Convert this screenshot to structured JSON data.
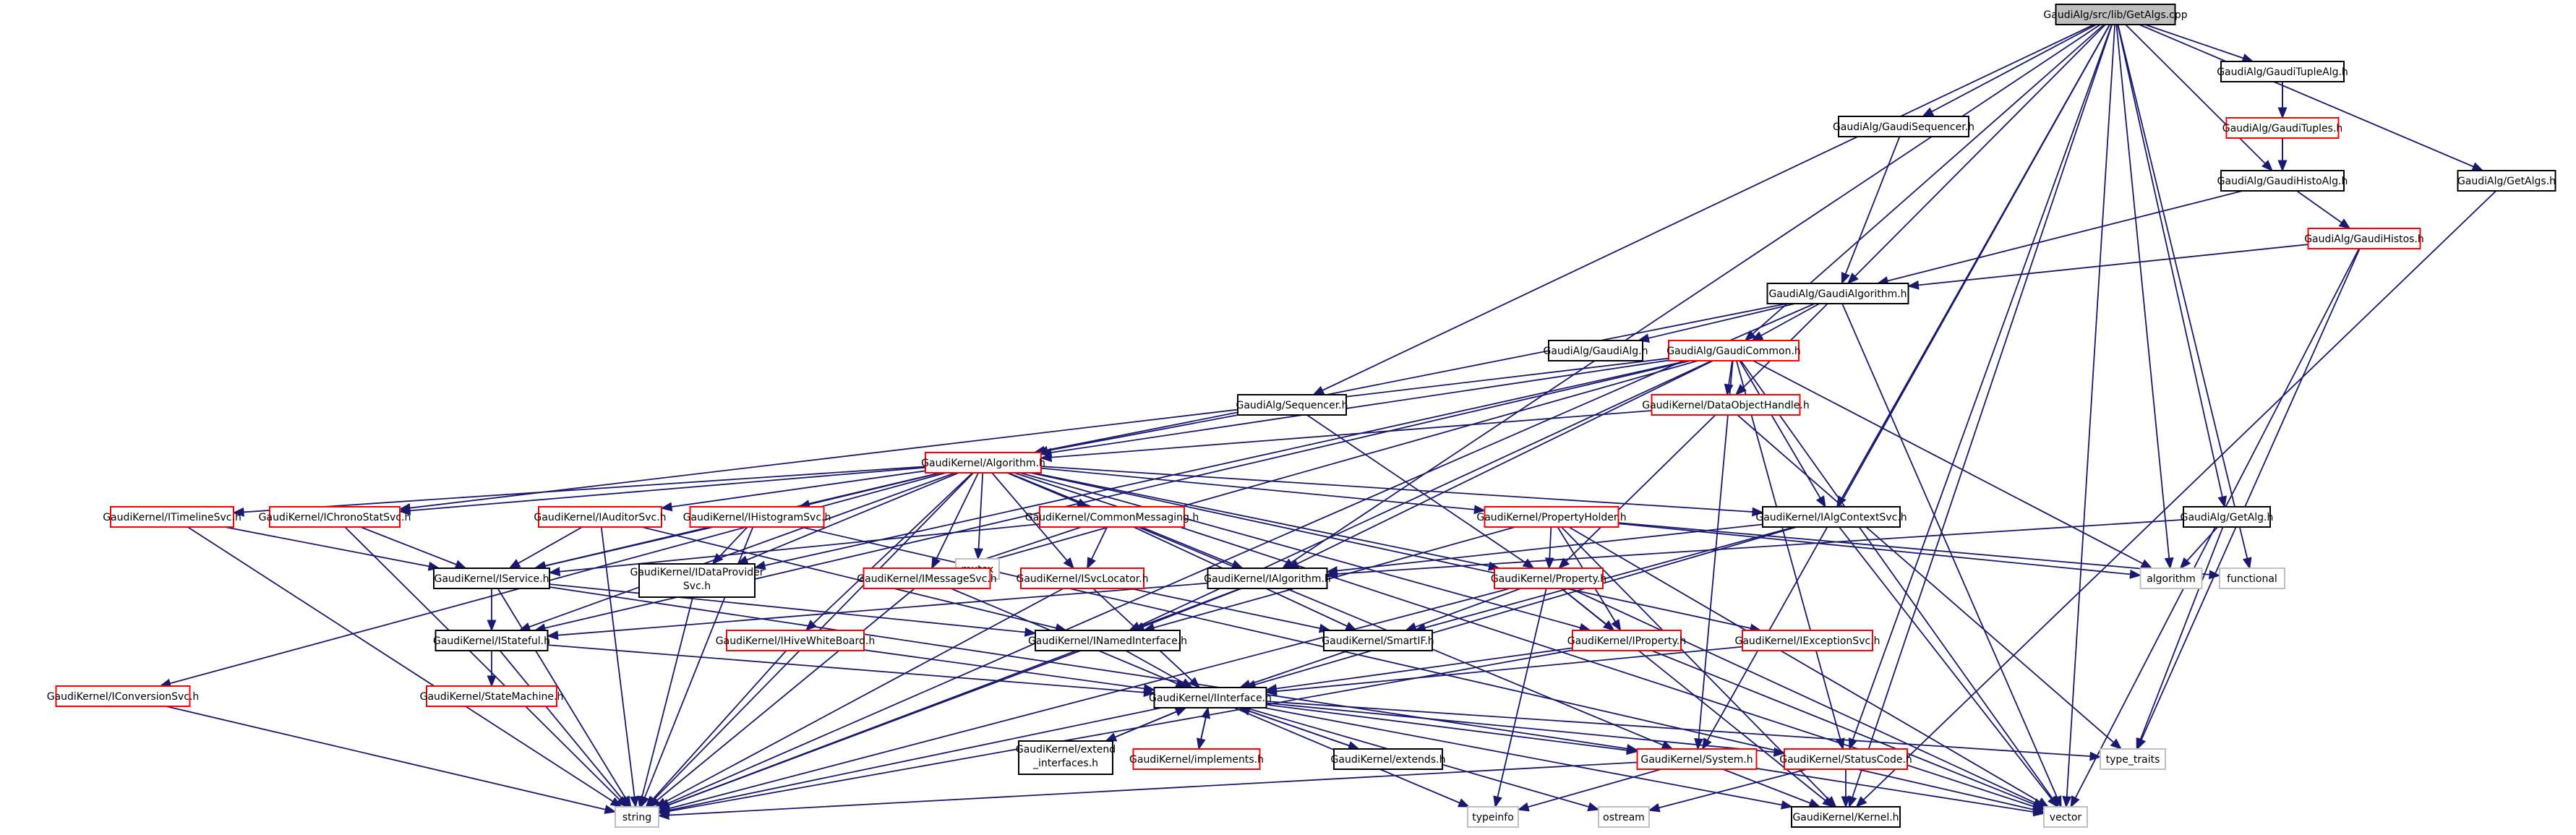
{
  "diagram": {
    "type": "include-dependency-graph",
    "colors": {
      "edge": "#191970",
      "node_border_default": "#000000",
      "node_border_missing": "#ff0000",
      "root_fill": "#bfbfbf",
      "text": "#000000"
    },
    "nodes": [
      {
        "id": "root",
        "label": "GaudiAlg/src/lib/GetAlgs.cpp",
        "style": "root"
      },
      {
        "id": "gta",
        "label": "GaudiAlg/GaudiTupleAlg.h",
        "style": "black"
      },
      {
        "id": "gseq",
        "label": "GaudiAlg/GaudiSequencer.h",
        "style": "black"
      },
      {
        "id": "gtup",
        "label": "GaudiAlg/GaudiTuples.h",
        "style": "red"
      },
      {
        "id": "gha",
        "label": "GaudiAlg/GaudiHistoAlg.h",
        "style": "black"
      },
      {
        "id": "getalgs",
        "label": "GaudiAlg/GetAlgs.h",
        "style": "black"
      },
      {
        "id": "ghistos",
        "label": "GaudiAlg/GaudiHistos.h",
        "style": "red"
      },
      {
        "id": "galgo",
        "label": "GaudiAlg/GaudiAlgorithm.h",
        "style": "black"
      },
      {
        "id": "galg",
        "label": "GaudiAlg/GaudiAlg.h",
        "style": "black"
      },
      {
        "id": "gcommon",
        "label": "GaudiAlg/GaudiCommon.h",
        "style": "red"
      },
      {
        "id": "seq",
        "label": "GaudiAlg/Sequencer.h",
        "style": "black"
      },
      {
        "id": "doh",
        "label": "GaudiKernel/DataObjectHandle.h",
        "style": "red"
      },
      {
        "id": "algorithm",
        "label": "GaudiKernel/Algorithm.h",
        "style": "red"
      },
      {
        "id": "getalg",
        "label": "GaudiAlg/GetAlg.h",
        "style": "black"
      },
      {
        "id": "timeline",
        "label": "GaudiKernel/ITimelineSvc.h",
        "style": "red"
      },
      {
        "id": "chrono",
        "label": "GaudiKernel/IChronoStatSvc.h",
        "style": "red"
      },
      {
        "id": "auditor",
        "label": "GaudiKernel/IAuditorSvc.h",
        "style": "red"
      },
      {
        "id": "histsvc",
        "label": "GaudiKernel/IHistogramSvc.h",
        "style": "red"
      },
      {
        "id": "mutex",
        "label": "mutex",
        "style": "grey"
      },
      {
        "id": "commsg",
        "label": "GaudiKernel/CommonMessaging.h",
        "style": "red"
      },
      {
        "id": "propholder",
        "label": "GaudiKernel/PropertyHolder.h",
        "style": "red"
      },
      {
        "id": "algctx",
        "label": "GaudiKernel/IAlgContextSvc.h",
        "style": "black"
      },
      {
        "id": "iservice",
        "label": "GaudiKernel/IService.h",
        "style": "black"
      },
      {
        "id": "idataprov",
        "label": "GaudiKernel/IDataProvider\nSvc.h",
        "style": "black"
      },
      {
        "id": "imsg",
        "label": "GaudiKernel/IMessageSvc.h",
        "style": "red"
      },
      {
        "id": "isvcloc",
        "label": "GaudiKernel/ISvcLocator.h",
        "style": "red"
      },
      {
        "id": "ialgo",
        "label": "GaudiKernel/IAlgorithm.h",
        "style": "black"
      },
      {
        "id": "property",
        "label": "GaudiKernel/Property.h",
        "style": "red"
      },
      {
        "id": "algorithm_std",
        "label": "algorithm",
        "style": "grey"
      },
      {
        "id": "functional",
        "label": "functional",
        "style": "grey"
      },
      {
        "id": "istateful",
        "label": "GaudiKernel/IStateful.h",
        "style": "black"
      },
      {
        "id": "ihive",
        "label": "GaudiKernel/IHiveWhiteBoard.h",
        "style": "red"
      },
      {
        "id": "inamed",
        "label": "GaudiKernel/INamedInterface.h",
        "style": "black"
      },
      {
        "id": "smartif",
        "label": "GaudiKernel/SmartIF.h",
        "style": "black"
      },
      {
        "id": "iproperty",
        "label": "GaudiKernel/IProperty.h",
        "style": "red"
      },
      {
        "id": "iexception",
        "label": "GaudiKernel/IExceptionSvc.h",
        "style": "red"
      },
      {
        "id": "iconversion",
        "label": "GaudiKernel/IConversionSvc.h",
        "style": "red"
      },
      {
        "id": "statemachine",
        "label": "GaudiKernel/StateMachine.h",
        "style": "red"
      },
      {
        "id": "iinterface",
        "label": "GaudiKernel/IInterface.h",
        "style": "black"
      },
      {
        "id": "extendif",
        "label": "GaudiKernel/extend\n_interfaces.h",
        "style": "black"
      },
      {
        "id": "implements",
        "label": "GaudiKernel/implements.h",
        "style": "red"
      },
      {
        "id": "extends",
        "label": "GaudiKernel/extends.h",
        "style": "black"
      },
      {
        "id": "system",
        "label": "GaudiKernel/System.h",
        "style": "red"
      },
      {
        "id": "statuscode",
        "label": "GaudiKernel/StatusCode.h",
        "style": "red"
      },
      {
        "id": "type_traits",
        "label": "type_traits",
        "style": "grey"
      },
      {
        "id": "string",
        "label": "string",
        "style": "grey"
      },
      {
        "id": "typeinfo",
        "label": "typeinfo",
        "style": "grey"
      },
      {
        "id": "ostream",
        "label": "ostream",
        "style": "grey"
      },
      {
        "id": "kernel",
        "label": "GaudiKernel/Kernel.h",
        "style": "black"
      },
      {
        "id": "vector",
        "label": "vector",
        "style": "grey"
      }
    ],
    "edges": [
      [
        "root",
        "gta"
      ],
      [
        "root",
        "gseq"
      ],
      [
        "root",
        "gha"
      ],
      [
        "root",
        "getalgs"
      ],
      [
        "root",
        "galgo"
      ],
      [
        "root",
        "seq"
      ],
      [
        "root",
        "ialgo"
      ],
      [
        "root",
        "algctx"
      ],
      [
        "root",
        "getalg"
      ],
      [
        "root",
        "algorithm_std"
      ],
      [
        "root",
        "functional"
      ],
      [
        "root",
        "kernel"
      ],
      [
        "root",
        "system"
      ],
      [
        "root",
        "statuscode"
      ],
      [
        "root",
        "vector"
      ],
      [
        "root",
        "gcommon"
      ],
      [
        "gta",
        "gtup"
      ],
      [
        "gta",
        "gha"
      ],
      [
        "gtup",
        "gha"
      ],
      [
        "gseq",
        "galgo"
      ],
      [
        "gha",
        "galgo"
      ],
      [
        "gha",
        "ghistos"
      ],
      [
        "ghistos",
        "galgo"
      ],
      [
        "ghistos",
        "type_traits"
      ],
      [
        "ghistos",
        "vector"
      ],
      [
        "getalgs",
        "kernel"
      ],
      [
        "galgo",
        "galg"
      ],
      [
        "galgo",
        "gcommon"
      ],
      [
        "galgo",
        "doh"
      ],
      [
        "galgo",
        "algorithm"
      ],
      [
        "galgo",
        "string"
      ],
      [
        "galgo",
        "vector"
      ],
      [
        "gcommon",
        "algorithm"
      ],
      [
        "gcommon",
        "doh"
      ],
      [
        "gcommon",
        "chrono"
      ],
      [
        "gcommon",
        "ialgo"
      ],
      [
        "gcommon",
        "algctx"
      ],
      [
        "gcommon",
        "imsg"
      ],
      [
        "gcommon",
        "idataprov"
      ],
      [
        "gcommon",
        "istateful"
      ],
      [
        "gcommon",
        "system"
      ],
      [
        "gcommon",
        "algorithm_std"
      ],
      [
        "gcommon",
        "vector"
      ],
      [
        "gcommon",
        "statuscode"
      ],
      [
        "gcommon",
        "inamed"
      ],
      [
        "seq",
        "algorithm"
      ],
      [
        "seq",
        "property"
      ],
      [
        "doh",
        "algorithm"
      ],
      [
        "doh",
        "property"
      ],
      [
        "doh",
        "type_traits"
      ],
      [
        "algorithm",
        "timeline"
      ],
      [
        "algorithm",
        "chrono"
      ],
      [
        "algorithm",
        "auditor"
      ],
      [
        "algorithm",
        "histsvc"
      ],
      [
        "algorithm",
        "mutex"
      ],
      [
        "algorithm",
        "commsg"
      ],
      [
        "algorithm",
        "propholder"
      ],
      [
        "algorithm",
        "algctx"
      ],
      [
        "algorithm",
        "iservice"
      ],
      [
        "algorithm",
        "idataprov"
      ],
      [
        "algorithm",
        "imsg"
      ],
      [
        "algorithm",
        "isvcloc"
      ],
      [
        "algorithm",
        "ialgo"
      ],
      [
        "algorithm",
        "property"
      ],
      [
        "algorithm",
        "istateful"
      ],
      [
        "algorithm",
        "ihive"
      ],
      [
        "algorithm",
        "iproperty"
      ],
      [
        "algorithm",
        "iexception"
      ],
      [
        "algorithm",
        "iconversion"
      ],
      [
        "algorithm",
        "string"
      ],
      [
        "algorithm",
        "vector"
      ],
      [
        "algorithm",
        "system"
      ],
      [
        "getalg",
        "ialgo"
      ],
      [
        "getalg",
        "type_traits"
      ],
      [
        "getalg",
        "algorithm_std"
      ],
      [
        "timeline",
        "iservice"
      ],
      [
        "timeline",
        "string"
      ],
      [
        "chrono",
        "iservice"
      ],
      [
        "chrono",
        "string"
      ],
      [
        "auditor",
        "iservice"
      ],
      [
        "auditor",
        "inamed"
      ],
      [
        "auditor",
        "string"
      ],
      [
        "histsvc",
        "idataprov"
      ],
      [
        "histsvc",
        "string"
      ],
      [
        "histsvc",
        "iservice"
      ],
      [
        "histsvc",
        "vector"
      ],
      [
        "commsg",
        "imsg"
      ],
      [
        "commsg",
        "isvcloc"
      ],
      [
        "commsg",
        "smartif"
      ],
      [
        "commsg",
        "iservice"
      ],
      [
        "propholder",
        "property"
      ],
      [
        "propholder",
        "iproperty"
      ],
      [
        "propholder",
        "algorithm_std"
      ],
      [
        "propholder",
        "functional"
      ],
      [
        "propholder",
        "vector"
      ],
      [
        "propholder",
        "kernel"
      ],
      [
        "propholder",
        "inamed"
      ],
      [
        "algctx",
        "ialgo"
      ],
      [
        "algctx",
        "iinterface"
      ],
      [
        "algctx",
        "vector"
      ],
      [
        "algctx",
        "smartif"
      ],
      [
        "iservice",
        "inamed"
      ],
      [
        "iservice",
        "istateful"
      ],
      [
        "iservice",
        "string"
      ],
      [
        "iservice",
        "system"
      ],
      [
        "idataprov",
        "string"
      ],
      [
        "imsg",
        "iinterface"
      ],
      [
        "imsg",
        "string"
      ],
      [
        "isvcloc",
        "iinterface"
      ],
      [
        "isvcloc",
        "smartif"
      ],
      [
        "isvcloc",
        "string"
      ],
      [
        "ialgo",
        "inamed"
      ],
      [
        "ialgo",
        "istateful"
      ],
      [
        "ialgo",
        "string"
      ],
      [
        "property",
        "iproperty"
      ],
      [
        "property",
        "smartif"
      ],
      [
        "property",
        "string"
      ],
      [
        "property",
        "typeinfo"
      ],
      [
        "property",
        "kernel"
      ],
      [
        "property",
        "vector"
      ],
      [
        "istateful",
        "iinterface"
      ],
      [
        "istateful",
        "statemachine"
      ],
      [
        "istateful",
        "string"
      ],
      [
        "ihive",
        "iinterface"
      ],
      [
        "ihive",
        "string"
      ],
      [
        "inamed",
        "iinterface"
      ],
      [
        "inamed",
        "string"
      ],
      [
        "smartif",
        "iinterface"
      ],
      [
        "iproperty",
        "iinterface"
      ],
      [
        "iproperty",
        "string"
      ],
      [
        "iproperty",
        "vector"
      ],
      [
        "iexception",
        "iinterface"
      ],
      [
        "iconversion",
        "string"
      ],
      [
        "iinterface",
        "extendif"
      ],
      [
        "iinterface",
        "implements"
      ],
      [
        "iinterface",
        "extends"
      ],
      [
        "iinterface",
        "system"
      ],
      [
        "iinterface",
        "statuscode"
      ],
      [
        "iinterface",
        "type_traits"
      ],
      [
        "iinterface",
        "string"
      ],
      [
        "iinterface",
        "typeinfo"
      ],
      [
        "iinterface",
        "ostream"
      ],
      [
        "iinterface",
        "kernel"
      ],
      [
        "extendif",
        "iinterface"
      ],
      [
        "implements",
        "iinterface"
      ],
      [
        "extends",
        "iinterface"
      ],
      [
        "system",
        "kernel"
      ],
      [
        "system",
        "typeinfo"
      ],
      [
        "system",
        "string"
      ],
      [
        "system",
        "vector"
      ],
      [
        "statuscode",
        "kernel"
      ],
      [
        "statuscode",
        "ostream"
      ]
    ]
  }
}
